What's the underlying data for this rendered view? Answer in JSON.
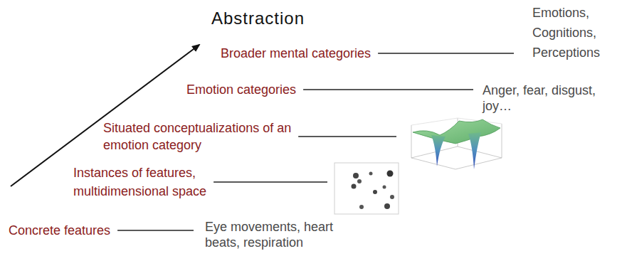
{
  "diagram": {
    "title": "Abstraction",
    "labels": [
      "Broader mental categories",
      "Emotions, Cognitions, Perceptions",
      "Emotion categories",
      "Anger, fear, disgust, joy…",
      "Situated conceptualizations of an emotion category",
      "Instances of features, multidimensional space",
      "Concrete features",
      "Eye movements, heart beats, respiration"
    ]
  }
}
